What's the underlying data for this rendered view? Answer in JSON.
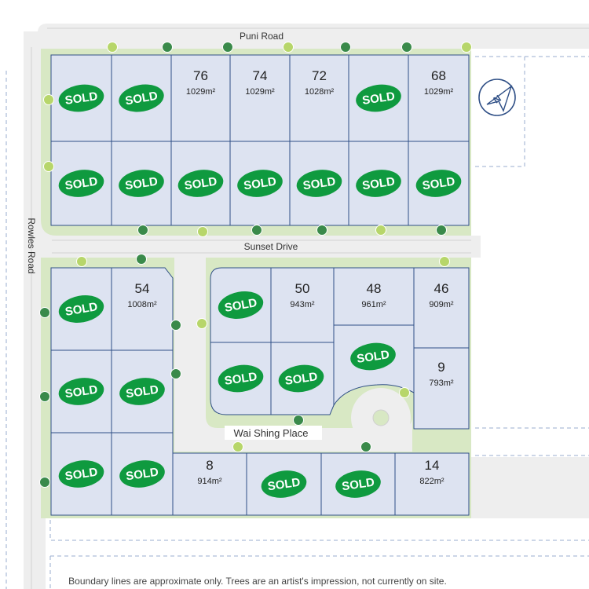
{
  "roads": {
    "puni": "Puni Road",
    "rowles": "Rowles Road",
    "sunset": "Sunset Drive",
    "wai_shing": "Wai Shing Place"
  },
  "sold_label": "SOLD",
  "area_unit": "m²",
  "lots": [
    {
      "id": "a1",
      "sold": true
    },
    {
      "id": "a2",
      "sold": true
    },
    {
      "id": "a3",
      "number": "76",
      "area": "1029"
    },
    {
      "id": "a4",
      "number": "74",
      "area": "1029"
    },
    {
      "id": "a5",
      "number": "72",
      "area": "1028"
    },
    {
      "id": "a6",
      "sold": true
    },
    {
      "id": "a7",
      "number": "68",
      "area": "1029"
    },
    {
      "id": "b1",
      "sold": true
    },
    {
      "id": "b2",
      "sold": true
    },
    {
      "id": "b3",
      "sold": true
    },
    {
      "id": "b4",
      "sold": true
    },
    {
      "id": "b5",
      "sold": true
    },
    {
      "id": "b6",
      "sold": true
    },
    {
      "id": "b7",
      "sold": true
    },
    {
      "id": "c1",
      "sold": true
    },
    {
      "id": "c2",
      "number": "54",
      "area": "1008"
    },
    {
      "id": "c3",
      "sold": true
    },
    {
      "id": "c4",
      "number": "50",
      "area": "943"
    },
    {
      "id": "c5",
      "number": "48",
      "area": "961"
    },
    {
      "id": "c6",
      "number": "46",
      "area": "909"
    },
    {
      "id": "d1",
      "sold": true
    },
    {
      "id": "d2",
      "sold": true
    },
    {
      "id": "d3",
      "sold": true
    },
    {
      "id": "d4",
      "sold": true
    },
    {
      "id": "d5",
      "sold": true
    },
    {
      "id": "d6",
      "number": "9",
      "area": "793"
    },
    {
      "id": "e1",
      "sold": true
    },
    {
      "id": "e2",
      "sold": true
    },
    {
      "id": "e3",
      "number": "8",
      "area": "914"
    },
    {
      "id": "e4",
      "sold": true
    },
    {
      "id": "e5",
      "sold": true
    },
    {
      "id": "e6",
      "number": "14",
      "area": "822"
    }
  ],
  "north_icon": "north-arrow-compass-icon",
  "footer": "Boundary lines are approximate only. Trees are an artist's impression, not currently on site.",
  "colors": {
    "lot_fill": "#dde3f1",
    "lot_border": "#2f4f86",
    "grass": "#d8e8c4",
    "road": "#eeeeee",
    "sold_green": "#0f9a3f",
    "tree": "#3a8a4a",
    "tree_light": "#b7d66a"
  }
}
